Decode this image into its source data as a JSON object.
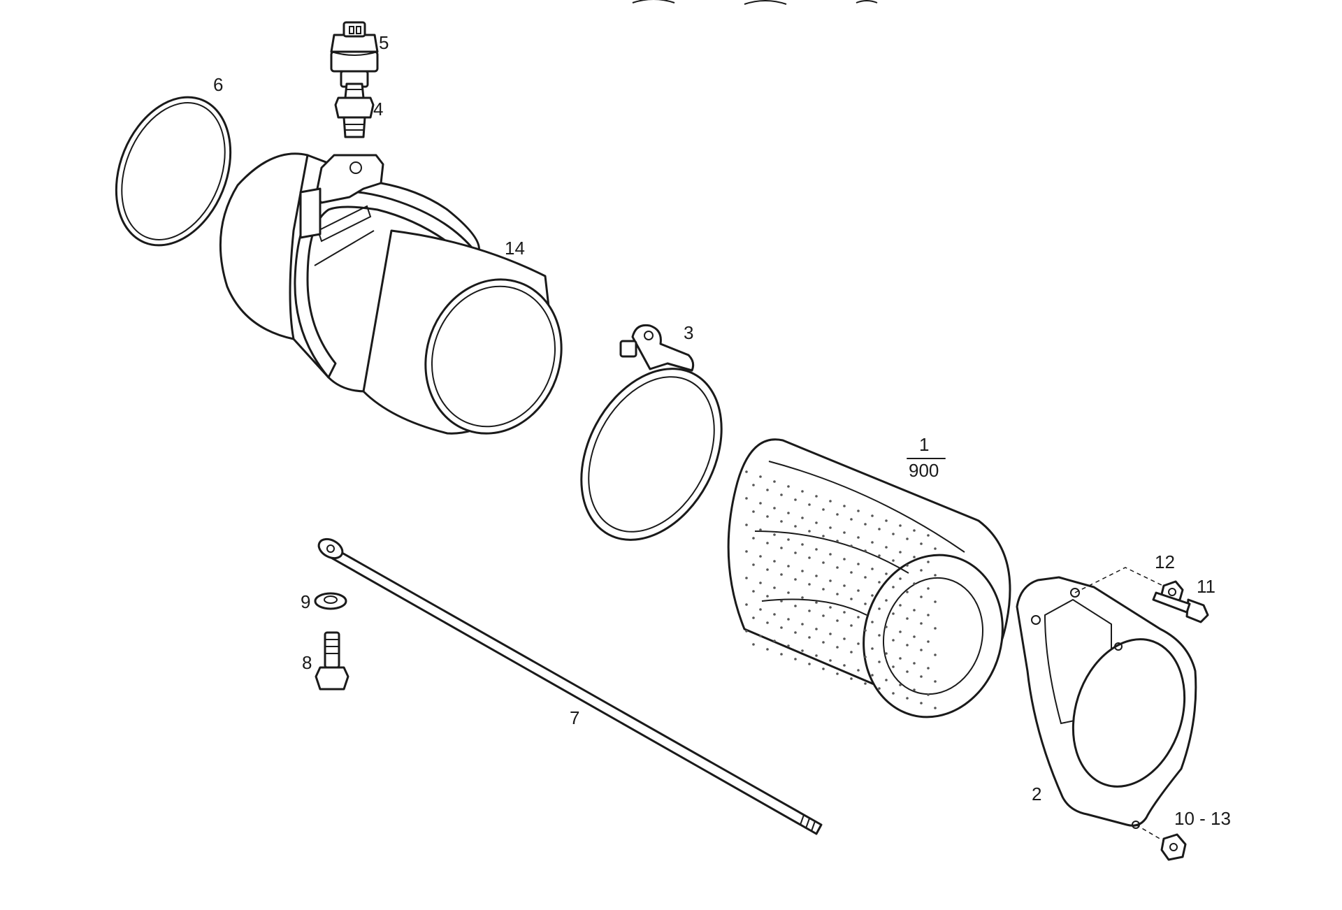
{
  "diagram": {
    "type": "exploded-parts-view",
    "colors": {
      "line": "#1a1a1a",
      "background": "#ffffff"
    },
    "callouts": {
      "part_1": "1",
      "part_900": "900",
      "part_2": "2",
      "part_3": "3",
      "part_4": "4",
      "part_5": "5",
      "part_6": "6",
      "part_7": "7",
      "part_8": "8",
      "part_9": "9",
      "part_10_13": "10 - 13",
      "part_11": "11",
      "part_12": "12",
      "part_14": "14"
    }
  }
}
